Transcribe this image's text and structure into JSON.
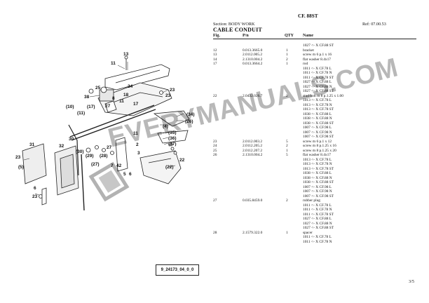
{
  "header": {
    "model": "CF. 88ST",
    "section": "Section: BODY WORK",
    "ref": "Ref: 07.00.53",
    "title": "CABLE CONDUIT",
    "columns": [
      "Fig.",
      "P/n",
      "QTY",
      "Name"
    ]
  },
  "diagram": {
    "code": "9_24173_04_0_0",
    "callouts": [
      "13",
      "11",
      "24",
      "18",
      "23",
      "25",
      "38",
      "8",
      "11",
      "27",
      "23",
      "17",
      "(10)",
      "(11)",
      "(17)",
      "(34)",
      "(26)",
      "(4)",
      "(35)",
      "(36)",
      "(37)",
      "31",
      "32",
      "30",
      "(30)",
      "(29)",
      "(28)",
      "(27)",
      "27",
      "7",
      "42",
      "3",
      "11",
      "2",
      "(22)",
      "22",
      "5",
      "6",
      "23",
      "23",
      "6",
      "(5)"
    ]
  },
  "rows": [
    {
      "fig": "",
      "pn": "",
      "qty": "",
      "name": "1027 <- X CF.88 ST"
    },
    {
      "fig": "12",
      "pn": "0.013.3665.0",
      "qty": "1",
      "name": "bracket"
    },
    {
      "fig": "13",
      "pn": "2.0112.005.2",
      "qty": "1",
      "name": "screw m 6 p.1 x 16"
    },
    {
      "fig": "14",
      "pn": "2.1310.004.2",
      "qty": "2",
      "name": "flat washer 8.4x17"
    },
    {
      "fig": "17",
      "pn": "0.013.3664.2",
      "qty": "1",
      "name": "rod"
    },
    {
      "fig": "",
      "pn": "",
      "qty": "",
      "name": "1011 <- X CF.78 L"
    },
    {
      "fig": "",
      "pn": "",
      "qty": "",
      "name": "1011 <- X CF.78 N"
    },
    {
      "fig": "",
      "pn": "",
      "qty": "",
      "name": "1011 <- X CF.78 ST"
    },
    {
      "fig": "",
      "pn": "",
      "qty": "",
      "name": "1027 <- X CF.88 L"
    },
    {
      "fig": "",
      "pn": "",
      "qty": "",
      "name": "1027 <- X CF.88 N"
    },
    {
      "fig": "",
      "pn": "",
      "qty": "",
      "name": "1027 <- X CF.88 ST"
    },
    {
      "fig": "22",
      "pn": "2.0432.026.7",
      "qty": "2",
      "name": "stud bolt m 8 p.1.25 x 1.00"
    },
    {
      "fig": "",
      "pn": "",
      "qty": "",
      "name": "1013 <- X CF.78 L"
    },
    {
      "fig": "",
      "pn": "",
      "qty": "",
      "name": "1013 <- X CF.78 N"
    },
    {
      "fig": "",
      "pn": "",
      "qty": "",
      "name": "1013 <- X CF.78 ST"
    },
    {
      "fig": "",
      "pn": "",
      "qty": "",
      "name": "1038 <- X CF.88 L"
    },
    {
      "fig": "",
      "pn": "",
      "qty": "",
      "name": "1038 <- X CF.88 N"
    },
    {
      "fig": "",
      "pn": "",
      "qty": "",
      "name": "1038 <- X CF.88 ST"
    },
    {
      "fig": "",
      "pn": "",
      "qty": "",
      "name": "1007 <- X CF.98 L"
    },
    {
      "fig": "",
      "pn": "",
      "qty": "",
      "name": "1007 <- X CF.98 N"
    },
    {
      "fig": "",
      "pn": "",
      "qty": "",
      "name": "1007 <- X CF.98 ST"
    },
    {
      "fig": "23",
      "pn": "2.0112.003.2",
      "qty": "5",
      "name": "screw m 6 p.1 x 12"
    },
    {
      "fig": "24",
      "pn": "2.0112.205.2",
      "qty": "2",
      "name": "screw m 8 p.1.25 x 16"
    },
    {
      "fig": "25",
      "pn": "2.0112.207.2",
      "qty": "1",
      "name": "screw m 8 p.1.25 x 20"
    },
    {
      "fig": "26",
      "pn": "2.1310.004.2",
      "qty": "5",
      "name": "flat washer 8.4x17"
    },
    {
      "fig": "",
      "pn": "",
      "qty": "",
      "name": "1013 <- X CF.78 L"
    },
    {
      "fig": "",
      "pn": "",
      "qty": "",
      "name": "1013 <- X CF.78 N"
    },
    {
      "fig": "",
      "pn": "",
      "qty": "",
      "name": "1013 <- X CF.78 ST"
    },
    {
      "fig": "",
      "pn": "",
      "qty": "",
      "name": "1038 <- X CF.88 L"
    },
    {
      "fig": "",
      "pn": "",
      "qty": "",
      "name": "1038 <- X CF.88 N"
    },
    {
      "fig": "",
      "pn": "",
      "qty": "",
      "name": "1038 <- X CF.88 ST"
    },
    {
      "fig": "",
      "pn": "",
      "qty": "",
      "name": "1007 <- X CF.98 L"
    },
    {
      "fig": "",
      "pn": "",
      "qty": "",
      "name": "1007 <- X CF.98 N"
    },
    {
      "fig": "",
      "pn": "",
      "qty": "",
      "name": "1007 <- X CF.98 ST"
    },
    {
      "fig": "27",
      "pn": "0.035.8459.0",
      "qty": "2",
      "name": "rubber plug"
    },
    {
      "fig": "",
      "pn": "",
      "qty": "",
      "name": "1011 <- X CF.78 L"
    },
    {
      "fig": "",
      "pn": "",
      "qty": "",
      "name": "1011 <- X CF.78 N"
    },
    {
      "fig": "",
      "pn": "",
      "qty": "",
      "name": "1011 <- X CF.78 ST"
    },
    {
      "fig": "",
      "pn": "",
      "qty": "",
      "name": "1027 <- X CF.88 L"
    },
    {
      "fig": "",
      "pn": "",
      "qty": "",
      "name": "1027 <- X CF.88 N"
    },
    {
      "fig": "",
      "pn": "",
      "qty": "",
      "name": "1027 <- X CF.88 ST"
    },
    {
      "fig": "28",
      "pn": "2.1579.322.0",
      "qty": "1",
      "name": "spacer"
    },
    {
      "fig": "",
      "pn": "",
      "qty": "",
      "name": "1011 <- X CF.78 L"
    },
    {
      "fig": "",
      "pn": "",
      "qty": "",
      "name": "1011 <- X CF.78 N"
    }
  ],
  "footer": {
    "page": "3/5"
  },
  "watermark": {
    "text": "EVERYMANUALS.COM"
  }
}
